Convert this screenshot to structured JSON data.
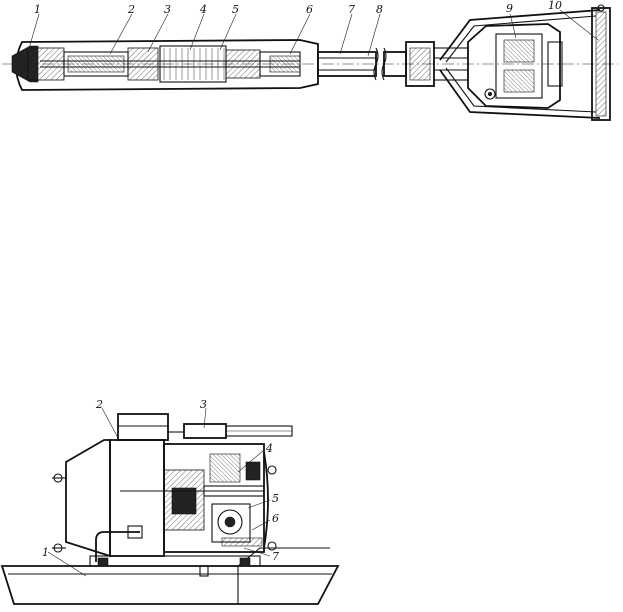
{
  "figure_top": {
    "callouts": [
      "1",
      "2",
      "3",
      "4",
      "5",
      "6",
      "7",
      "8",
      "9",
      "10"
    ]
  },
  "figure_bottom": {
    "callouts": [
      "1",
      "2",
      "3",
      "4",
      "5",
      "6",
      "7"
    ]
  }
}
